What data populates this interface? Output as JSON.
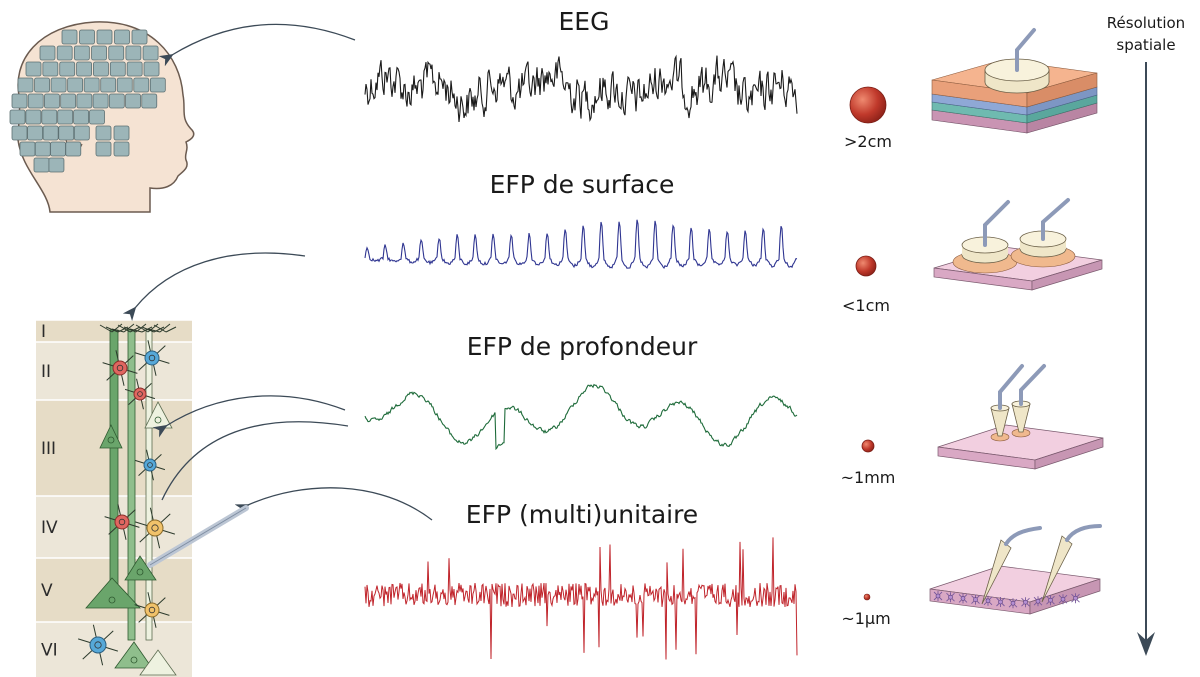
{
  "resolution": {
    "line1": "Résolution",
    "line2": "spatiale"
  },
  "signals": [
    {
      "id": "eeg",
      "title": "EEG",
      "size": ">2cm",
      "color": "#1a1a1a",
      "dot_color": "#c0392b",
      "dot_radius": 18
    },
    {
      "id": "surface",
      "title": "EFP de surface",
      "size": "<1cm",
      "color": "#2f3591",
      "dot_color": "#c0392b",
      "dot_radius": 10
    },
    {
      "id": "depth",
      "title": "EFP de profondeur",
      "size": "~1mm",
      "color": "#1e6b3a",
      "dot_color": "#c0392b",
      "dot_radius": 6
    },
    {
      "id": "unit",
      "title": "EFP (multi)unitaire",
      "size": "~1µm",
      "color": "#c0242b",
      "dot_color": "#c0392b",
      "dot_radius": 3
    }
  ],
  "cortex_layers": [
    "I",
    "II",
    "III",
    "IV",
    "V",
    "VI"
  ],
  "colors": {
    "head_skin": "#f5e3d3",
    "electrode": "#9cb5b8",
    "cortex_bg": "#eae3d3",
    "neuron_green": "#6aa56b",
    "neuron_light": "#eef2e0"
  }
}
